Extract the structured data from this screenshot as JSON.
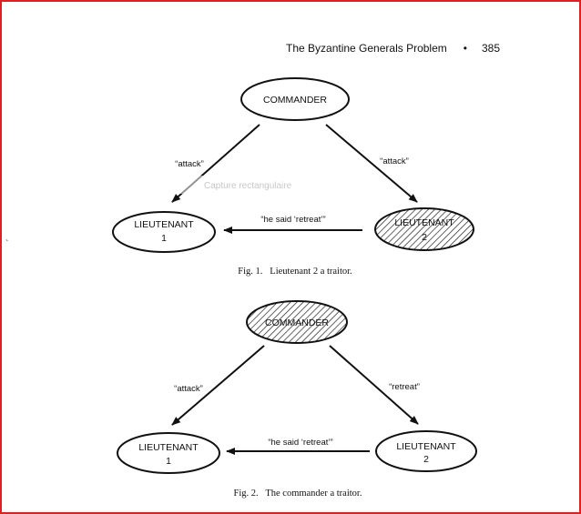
{
  "header": {
    "title": "The Byzantine Generals Problem",
    "separator": "•",
    "page_number": "385"
  },
  "overlay": {
    "capture_label": "Capture rectangulaire"
  },
  "stray_mark": "`",
  "figure1": {
    "commander": "COMMANDER",
    "lt1_line1": "LIEUTENANT",
    "lt1_line2": "1",
    "lt2_line1": "LIEUTENANT",
    "lt2_line2": "2",
    "edge_left": "“attack”",
    "edge_right": "“attack”",
    "edge_bottom": "“he said ‘retreat’”",
    "caption": "Fig. 1.   Lieutenant 2 a traitor."
  },
  "figure2": {
    "commander": "COMMANDER",
    "lt1_line1": "LIEUTENANT",
    "lt1_line2": "1",
    "lt2_line1": "LIEUTENANT",
    "lt2_line2": "2",
    "edge_left": "“attack”",
    "edge_right": "“retreat”",
    "edge_bottom": "“he said ‘retreat’”",
    "caption": "Fig. 2.   The commander a traitor."
  },
  "colors": {
    "frame_border": "#e02020",
    "ink": "#111111",
    "hatch": "#222222"
  }
}
